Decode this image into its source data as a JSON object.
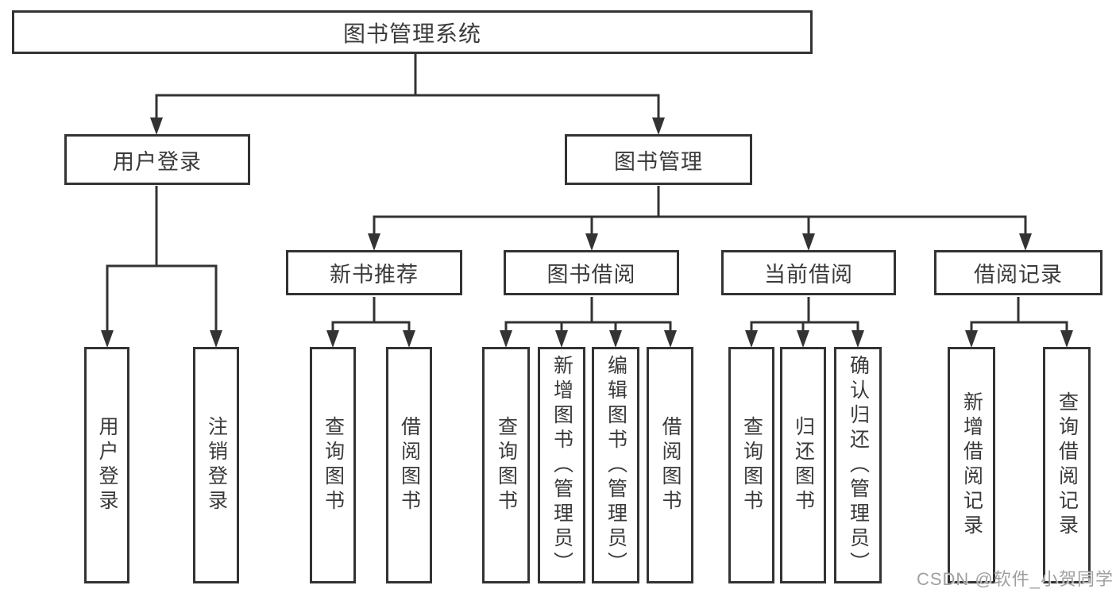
{
  "tree": {
    "root": "图书管理系统",
    "branches": [
      {
        "label": "用户登录",
        "children": [
          "用户登录",
          "注销登录"
        ]
      },
      {
        "label": "图书管理",
        "children": [
          {
            "label": "新书推荐",
            "children": [
              "查询图书",
              "借阅图书"
            ]
          },
          {
            "label": "图书借阅",
            "children": [
              "查询图书",
              "新增图书（管理员）",
              "编辑图书（管理员）",
              "借阅图书"
            ]
          },
          {
            "label": "当前借阅",
            "children": [
              "查询图书",
              "归还图书",
              "确认归还（管理员）"
            ]
          },
          {
            "label": "借阅记录",
            "children": [
              "新增借阅记录",
              "查询借阅记录"
            ]
          }
        ]
      }
    ]
  },
  "watermark": "CSDN @软件_小贺同学",
  "colors": {
    "line": "#333333",
    "text": "#3a3a3a",
    "watermark": "#a0a0a0",
    "background": "#ffffff"
  }
}
